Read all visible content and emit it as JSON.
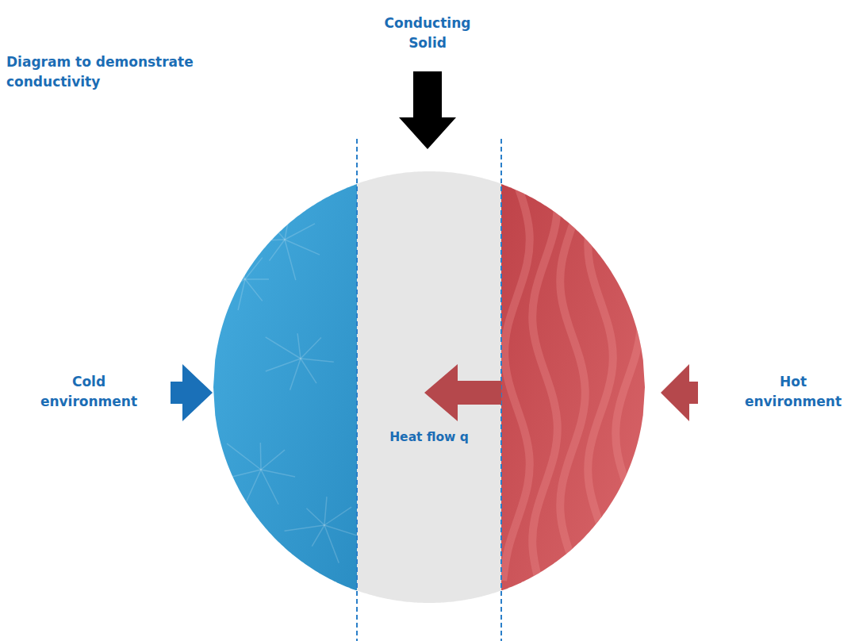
{
  "diagram": {
    "title": "Diagram to demonstrate conductivity",
    "nodes": [
      {
        "text": [
          "Cold environment"
        ]
      },
      {
        "text": [
          "Conducting Solid",
          "Heat flow q"
        ]
      },
      {
        "text": [
          "Hot environment"
        ]
      }
    ]
  }
}
